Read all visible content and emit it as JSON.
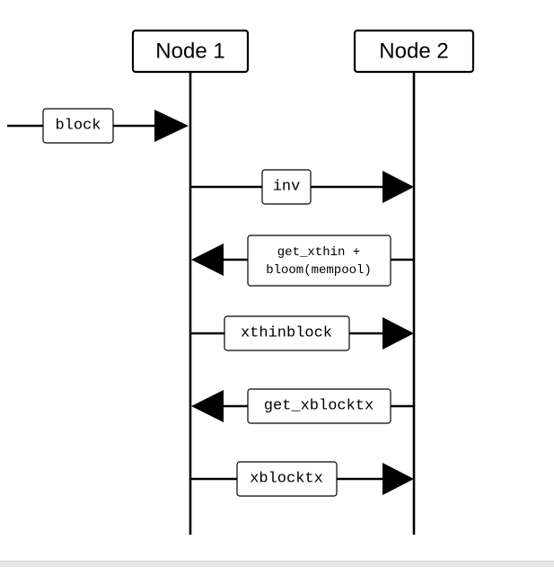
{
  "nodes": [
    {
      "label": "Node 1"
    },
    {
      "label": "Node 2"
    }
  ],
  "messages": [
    {
      "label_lines": [
        "block"
      ],
      "from": "external",
      "to": "Node 1"
    },
    {
      "label_lines": [
        "inv"
      ],
      "from": "Node 1",
      "to": "Node 2"
    },
    {
      "label_lines": [
        "get_xthin +",
        "bloom(mempool)"
      ],
      "from": "Node 2",
      "to": "Node 1"
    },
    {
      "label_lines": [
        "xthinblock"
      ],
      "from": "Node 1",
      "to": "Node 2"
    },
    {
      "label_lines": [
        "get_xblocktx"
      ],
      "from": "Node 2",
      "to": "Node 1"
    },
    {
      "label_lines": [
        "xblocktx"
      ],
      "from": "Node 1",
      "to": "Node 2"
    }
  ]
}
